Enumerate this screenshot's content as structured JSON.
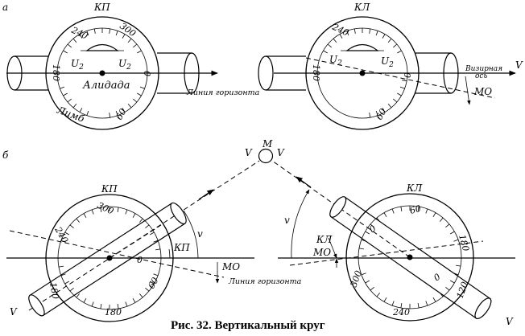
{
  "figure": {
    "caption": "Рис. 32. Вертикальный круг",
    "panel_a": {
      "tag": "а",
      "left": {
        "title": "КП",
        "label_240": "240",
        "label_300": "300",
        "label_180": "180",
        "label_0": "0",
        "label_60": "60",
        "u2_left": "U",
        "u2_right": "U",
        "u2_sub": "2",
        "alidada": "Алидада",
        "limb": "Лимб",
        "horizon": "Линия горизонта"
      },
      "right": {
        "title": "КЛ",
        "label_240": "240",
        "label_180": "180",
        "label_0": "0",
        "label_60": "60",
        "u2_left": "U",
        "u2_right": "U",
        "u2_sub": "2",
        "sight_axis_1": "Визирная",
        "sight_axis_2": "ось",
        "v": "V",
        "mo": "МО"
      }
    },
    "panel_b": {
      "tag": "б",
      "m": "М",
      "v_left": "V",
      "v_right": "V",
      "left": {
        "title": "КП",
        "label_300": "300",
        "label_240": "240",
        "label_180": "180",
        "label_0": "0",
        "label_60": "60",
        "v_small": "v",
        "kp_small": "КП",
        "mo": "МО",
        "horizon": "Линия горизонта",
        "v_big": "V"
      },
      "right": {
        "title": "КЛ",
        "label_60": "60",
        "label_0": "0",
        "label_120": "120",
        "label_180": "180",
        "label_240": "240",
        "label_300": "300",
        "v_small": "v",
        "kl": "КЛ",
        "mo": "МО",
        "v_big": "V"
      }
    }
  }
}
